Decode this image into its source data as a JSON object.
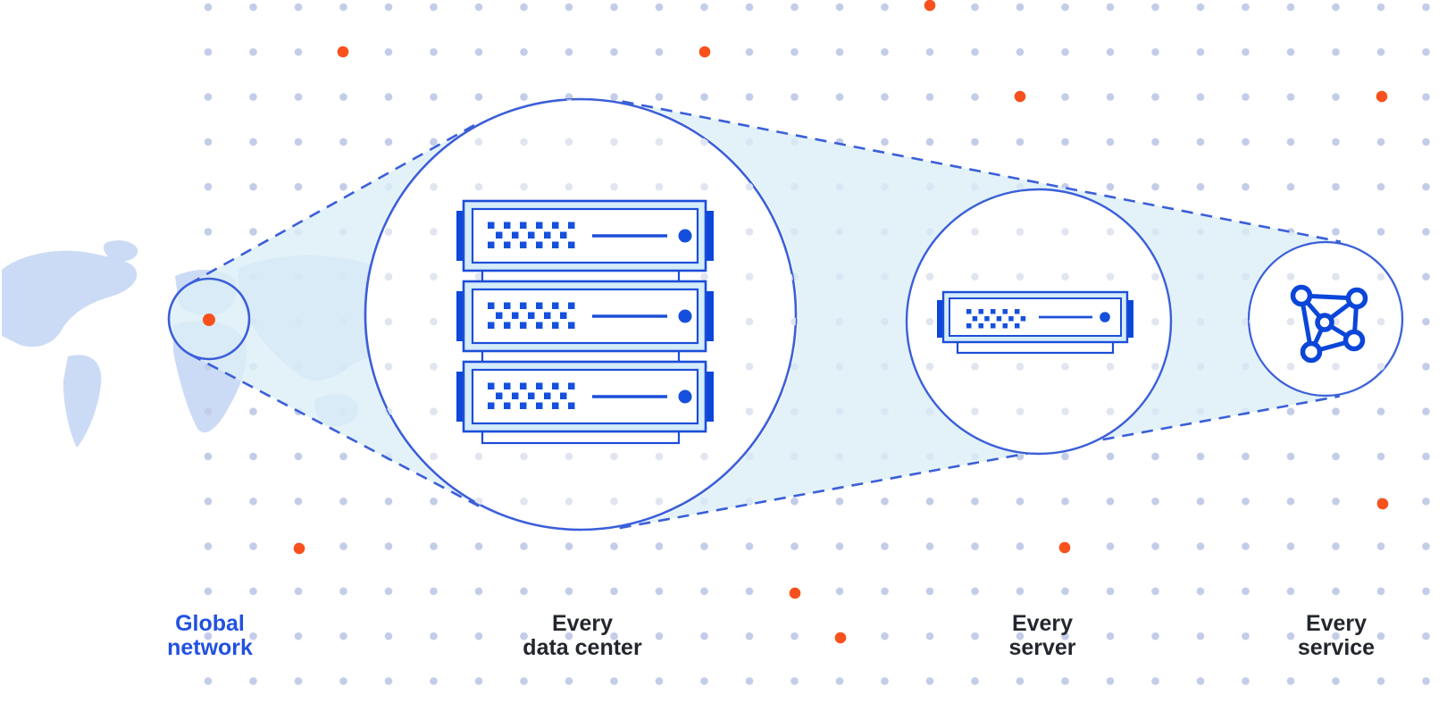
{
  "diagram": {
    "description": "Zoom-in network diagram: world map location expands to data center, server, and service",
    "labels": {
      "global_network": {
        "line1": "Global",
        "line2": "network"
      },
      "every_data_center": {
        "line1": "Every",
        "line2": "data center"
      },
      "every_server": {
        "line1": "Every",
        "line2": "server"
      },
      "every_service": {
        "line1": "Every",
        "line2": "service"
      }
    },
    "icons": {
      "world_map": "world-map",
      "map_highlight": "map-highlight-circle",
      "data_center": "server-stack-icon",
      "server": "server-icon",
      "service": "network-mesh-icon"
    },
    "colors": {
      "stroke_blue": "#3b5fd9",
      "dark_blue": "#0c47da",
      "server_fill_cyan": "#d5ecfa",
      "beam_fill": "#dceff6",
      "map_fill": "#ccdbf5",
      "grid_dot": "#c3cde8",
      "grid_dot_faded": "#e1e5ef",
      "accent_orange": "#f8511d",
      "label_dark": "#23262d",
      "label_blue": "#2151e0"
    }
  }
}
